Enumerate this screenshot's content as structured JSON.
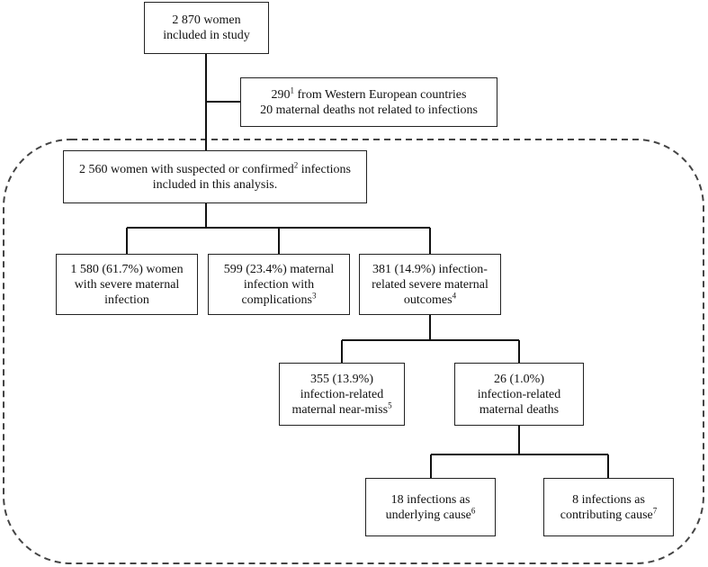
{
  "boxes": {
    "study": {
      "lines": [
        {
          "text": "2 870 women"
        },
        {
          "text": "included in study"
        }
      ]
    },
    "excluded": {
      "lines": [
        {
          "text": "290",
          "sup": "1",
          "tail": " from Western European countries"
        },
        {
          "text": "20 maternal deaths not related to infections"
        }
      ]
    },
    "analysis": {
      "lines": [
        {
          "text": "2 560 women with suspected or confirmed",
          "sup": "2",
          "tail": " infections"
        },
        {
          "text": "included in this analysis."
        }
      ]
    },
    "severe_infection": {
      "lines": [
        {
          "text": "1 580 (61.7%) women"
        },
        {
          "text": "with severe maternal"
        },
        {
          "text": "infection"
        }
      ]
    },
    "complications": {
      "lines": [
        {
          "text": "599 (23.4%) maternal"
        },
        {
          "text": "infection with"
        },
        {
          "text": "complications",
          "sup": "3"
        }
      ]
    },
    "severe_outcomes": {
      "lines": [
        {
          "text": "381 (14.9%) infection-"
        },
        {
          "text": "related severe maternal"
        },
        {
          "text": "outcomes",
          "sup": "4"
        }
      ]
    },
    "near_miss": {
      "lines": [
        {
          "text": "355 (13.9%)"
        },
        {
          "text": "infection-related"
        },
        {
          "text": "maternal near-miss",
          "sup": "5"
        }
      ]
    },
    "deaths": {
      "lines": [
        {
          "text": "26 (1.0%)"
        },
        {
          "text": "infection-related"
        },
        {
          "text": "maternal deaths"
        }
      ]
    },
    "underlying": {
      "lines": [
        {
          "text": "18 infections as"
        },
        {
          "text": "underlying cause",
          "sup": "6"
        }
      ]
    },
    "contributing": {
      "lines": [
        {
          "text": "8 infections as"
        },
        {
          "text": "contributing cause",
          "sup": "7"
        }
      ]
    }
  }
}
